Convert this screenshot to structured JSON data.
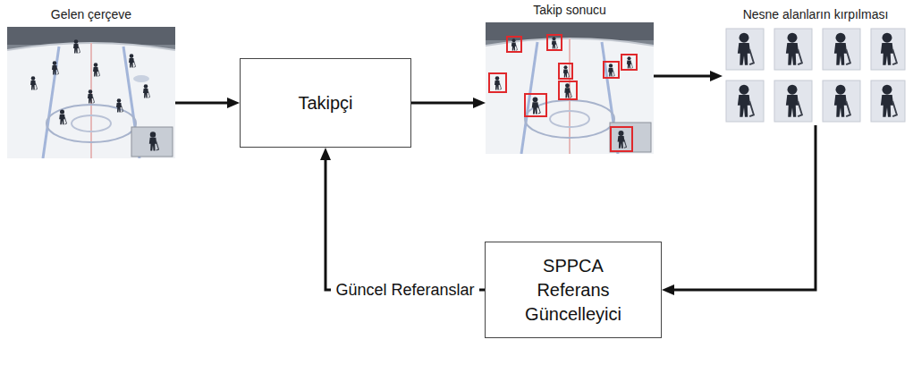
{
  "diagram": {
    "nodes": [
      {
        "text": [
          "Gelen çerçeve"
        ]
      },
      {
        "text": [
          "Takipçi"
        ]
      },
      {
        "text": [
          "Takip sonucu"
        ]
      },
      {
        "text": [
          "Nesne alanların kırpılması"
        ]
      },
      {
        "text": [
          "SPPCA Referans Güncelleyici"
        ]
      }
    ],
    "edges": [
      {
        "from": 0,
        "to": 1,
        "arrow": "to"
      },
      {
        "from": 1,
        "to": 2,
        "arrow": "to"
      },
      {
        "from": 2,
        "to": 3,
        "arrow": "to"
      },
      {
        "from": 3,
        "to": 4,
        "arrow": "to"
      },
      {
        "from": 4,
        "to": 1,
        "label": "Güncel Referanslar",
        "arrow": "to"
      }
    ]
  }
}
